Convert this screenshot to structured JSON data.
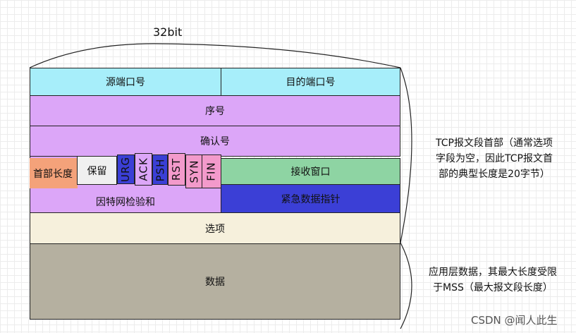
{
  "header": {
    "width_label": "32bit"
  },
  "fields": {
    "src_port": "源端口号",
    "dst_port": "目的端口号",
    "seq": "序号",
    "ack_num": "确认号",
    "hdr_len": "首部长度",
    "reserved": "保留",
    "flags": [
      "URG",
      "ACK",
      "PSH",
      "RST",
      "SYN",
      "FIN"
    ],
    "window": "接收窗口",
    "checksum": "因特网检验和",
    "urgent_ptr": "紧急数据指针",
    "options": "选项",
    "data": "数据"
  },
  "notes": {
    "header_note_lines": [
      "TCP报文段首部（通常选项",
      "字段为空，因此TCP报文首",
      "部的典型长度是20字节）"
    ],
    "data_note_lines": [
      "应用层数据，其最大长度受限",
      "于MSS（最大报文段长度）"
    ]
  },
  "watermark": "CSDN @闻人此生",
  "colors": {
    "port_row": "#a7eefa",
    "purple_rows": "#dca6f8",
    "header_length": "#f4a27a",
    "reserved": "#f0f0f0",
    "flags_blue": "#3b3fd6",
    "flags_pink": "#f39acb",
    "window": "#8ed4a3",
    "urgent_pointer": "#3b3fd6",
    "options": "#f6f0dc",
    "data": "#b5b0a0"
  }
}
